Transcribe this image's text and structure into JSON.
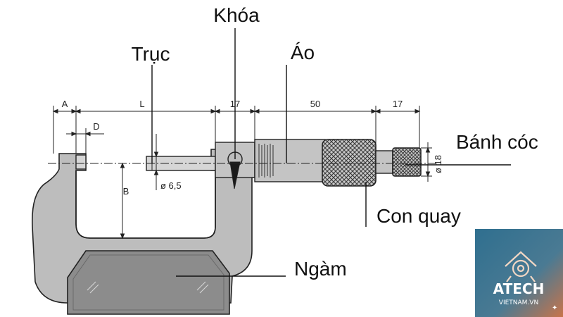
{
  "labels": {
    "khoa": "Khóa",
    "truc": "Trục",
    "ao": "Áo",
    "banh_coc": "Bánh cóc",
    "con_quay": "Con quay",
    "ngam": "Ngàm"
  },
  "dimensions": {
    "a": "A",
    "l": "L",
    "d": "D",
    "b": "B",
    "seventeen_left": "17",
    "fifty": "50",
    "seventeen_right": "17",
    "diameter_spindle": "ø 6,5",
    "diameter_ratchet": "ø 18"
  },
  "logo": {
    "name": "ATECH",
    "site": "VIETNAM.VN"
  },
  "colors": {
    "frame_gray": "#bdbdbd",
    "frame_dark": "#8c8c8c",
    "logo_bg_left": "#2f6f8f",
    "logo_bg_right": "#c8744a",
    "logo_text": "#ffffff"
  }
}
